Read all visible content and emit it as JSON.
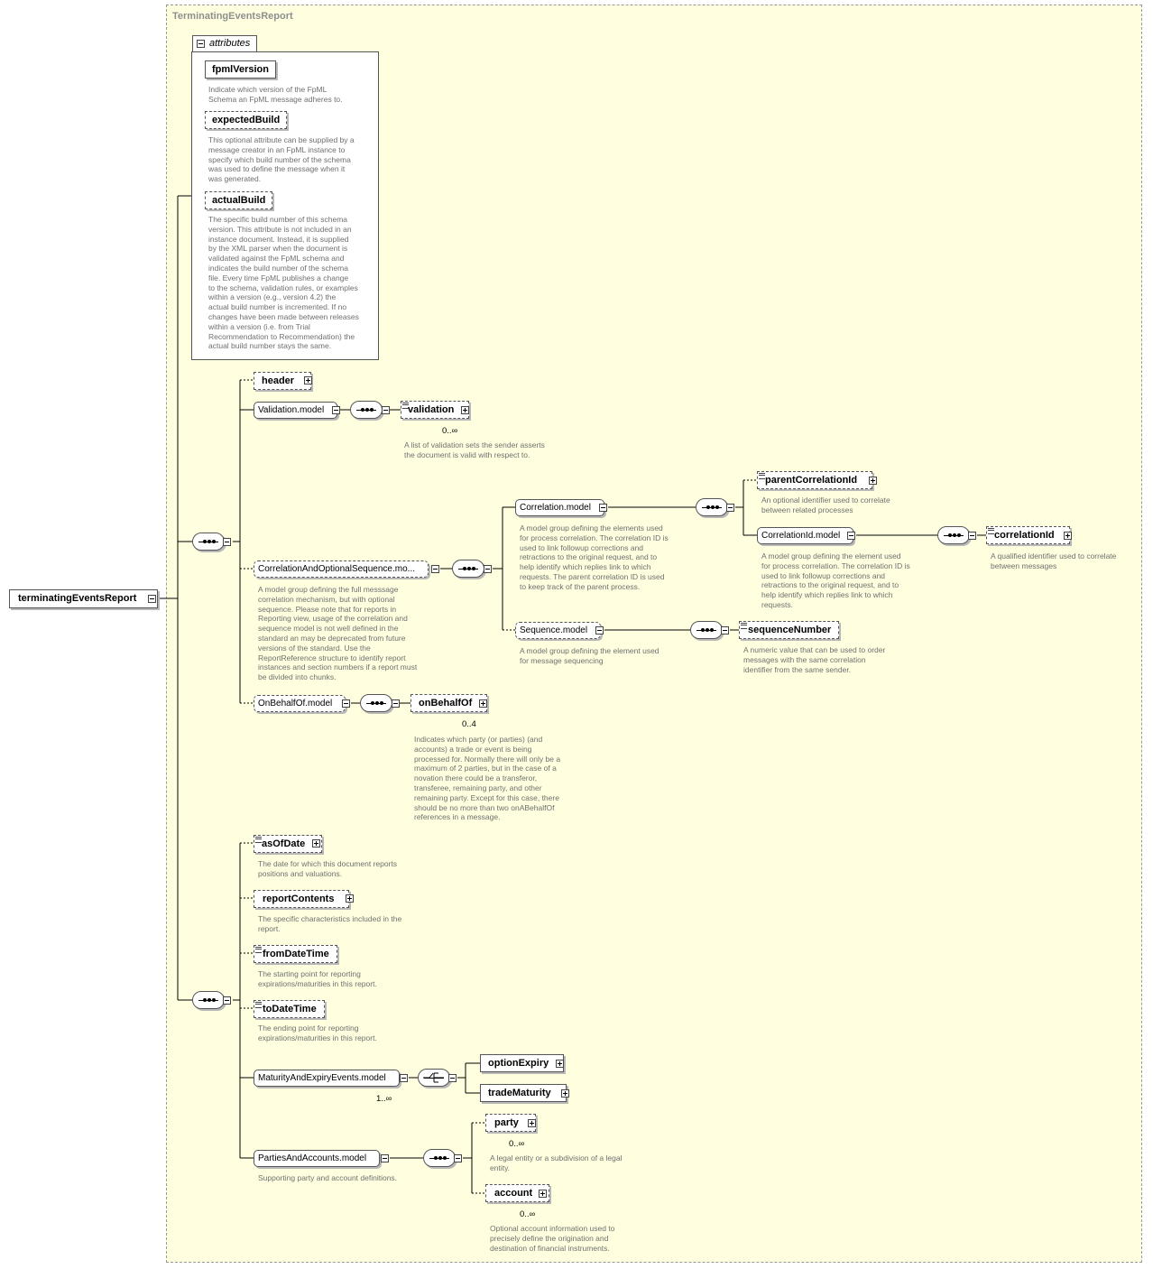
{
  "diagram_title": "TerminatingEventsReport",
  "root": {
    "label": "terminatingEventsReport"
  },
  "attributes": {
    "tab_label": "attributes",
    "items": [
      {
        "name": "fpmlVersion",
        "desc": "Indicate which version of the FpML\nSchema an FpML message adheres to."
      },
      {
        "name": "expectedBuild",
        "desc": "This optional attribute can be supplied by a\nmessage creator in an FpML instance to\nspecify which build number of the schema\nwas used to define the message when it\nwas generated."
      },
      {
        "name": "actualBuild",
        "desc": "The specific build number of this schema\nversion. This attribute is not included in an\ninstance document. Instead, it is supplied\nby the XML parser when the document is\nvalidated against the FpML schema and\nindicates the build number of the schema\nfile. Every time FpML publishes a change\nto the schema, validation rules, or examples\nwithin a version (e.g., version 4.2) the\nactual build number is incremented. If no\nchanges have been made between releases\nwithin a version (i.e. from Trial\nRecommendation to Recommendation) the\nactual build number stays the same."
      }
    ]
  },
  "nodes": {
    "header": {
      "label": "header"
    },
    "validation_model": {
      "label": "Validation.model"
    },
    "validation": {
      "label": "validation",
      "card": "0..∞",
      "desc": "A list of validation sets the sender asserts\nthe document is valid with respect to."
    },
    "correlation_opt_seq": {
      "label": "CorrelationAndOptionalSequence.mo...",
      "desc": "A model group defining the full messsage\ncorrelation mechanism, but with optional\nsequence. Please note that for reports in\nReporting view, usage of the correlation and\nsequence model is not well defined in the\nstandard an may be deprecated from future\nversions of the standard. Use the\nReportReference structure to identify report\ninstances and section numbers if a report must\nbe divided into chunks."
    },
    "correlation_model": {
      "label": "Correlation.model",
      "desc": "A model group defining the elements used\nfor process correlation. The correlation ID is\nused to link followup corrections and\nretractions to the original request, and to\nhelp identify which replies link to which\nrequests. The parent correlation ID is used\nto keep track of the parent process."
    },
    "parent_correlation_id": {
      "label": "parentCorrelationId",
      "desc": "An optional identifier used to correlate\nbetween related processes"
    },
    "correlation_id_model": {
      "label": "CorrelationId.model",
      "desc": "A model group defining the element used\nfor process correlation. The correlation ID is\nused to link followup corrections and\nretractions to the original request, and to\nhelp identify which replies link to which\nrequests."
    },
    "correlation_id": {
      "label": "correlationId",
      "desc": "A qualified identifier used to correlate\nbetween messages"
    },
    "sequence_model": {
      "label": "Sequence.model",
      "desc": "A model group defining the element used\nfor message sequencing"
    },
    "sequence_number": {
      "label": "sequenceNumber",
      "desc": "A numeric value that can be used to order\nmessages with the same correlation\nidentifier from the same sender."
    },
    "on_behalf_of_model": {
      "label": "OnBehalfOf.model"
    },
    "on_behalf_of": {
      "label": "onBehalfOf",
      "card": "0..4",
      "desc": "Indicates which party (or parties) (and\naccounts) a trade or event is being\nprocessed for. Normally there will only be a\nmaximum of 2 parties, but in the case of a\nnovation there could be a transferor,\ntransferee, remaining party, and other\nremaining party. Except for this case, there\nshould be no more than two onABehalfOf\nreferences in a message."
    },
    "as_of_date": {
      "label": "asOfDate",
      "desc": "The date for which this document reports\npositions and valuations."
    },
    "report_contents": {
      "label": "reportContents",
      "desc": "The specific characteristics included in the\nreport."
    },
    "from_date_time": {
      "label": "fromDateTime",
      "desc": "The starting point for reporting\nexpirations/maturities in this report."
    },
    "to_date_time": {
      "label": "toDateTime",
      "desc": "The ending point for reporting\nexpirations/maturities in this report."
    },
    "maturity_expiry_model": {
      "label": "MaturityAndExpiryEvents.model",
      "card": "1..∞"
    },
    "option_expiry": {
      "label": "optionExpiry"
    },
    "trade_maturity": {
      "label": "tradeMaturity"
    },
    "parties_accounts_model": {
      "label": "PartiesAndAccounts.model",
      "desc": "Supporting party and account definitions."
    },
    "party": {
      "label": "party",
      "card": "0..∞",
      "desc": "A legal entity or a subdivision of a legal\nentity."
    },
    "account": {
      "label": "account",
      "card": "0..∞",
      "desc": "Optional account information used to\nprecisely define the origination and\ndestination of financial instruments."
    }
  }
}
